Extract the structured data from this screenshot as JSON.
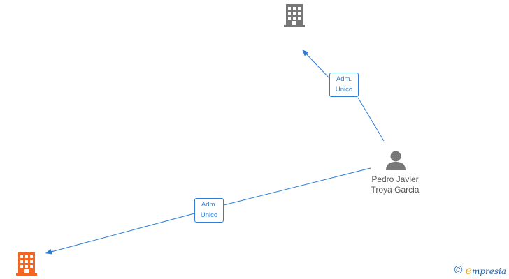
{
  "nodes": {
    "company_top": {
      "icon": "building-icon",
      "color": "#777777"
    },
    "company_bottom": {
      "icon": "building-icon",
      "color": "#f26522"
    },
    "person": {
      "icon": "person-icon",
      "color": "#777777",
      "name_line1": "Pedro Javier",
      "name_line2": "Troya Garcia"
    }
  },
  "edges": [
    {
      "from": "person",
      "to": "company_top",
      "label_line1": "Adm.",
      "label_line2": "Unico"
    },
    {
      "from": "person",
      "to": "company_bottom",
      "label_line1": "Adm.",
      "label_line2": "Unico"
    }
  ],
  "edge_color": "#2f7ed8",
  "watermark": {
    "symbol": "©",
    "brand_initial": "e",
    "brand_rest": "mpresia"
  }
}
